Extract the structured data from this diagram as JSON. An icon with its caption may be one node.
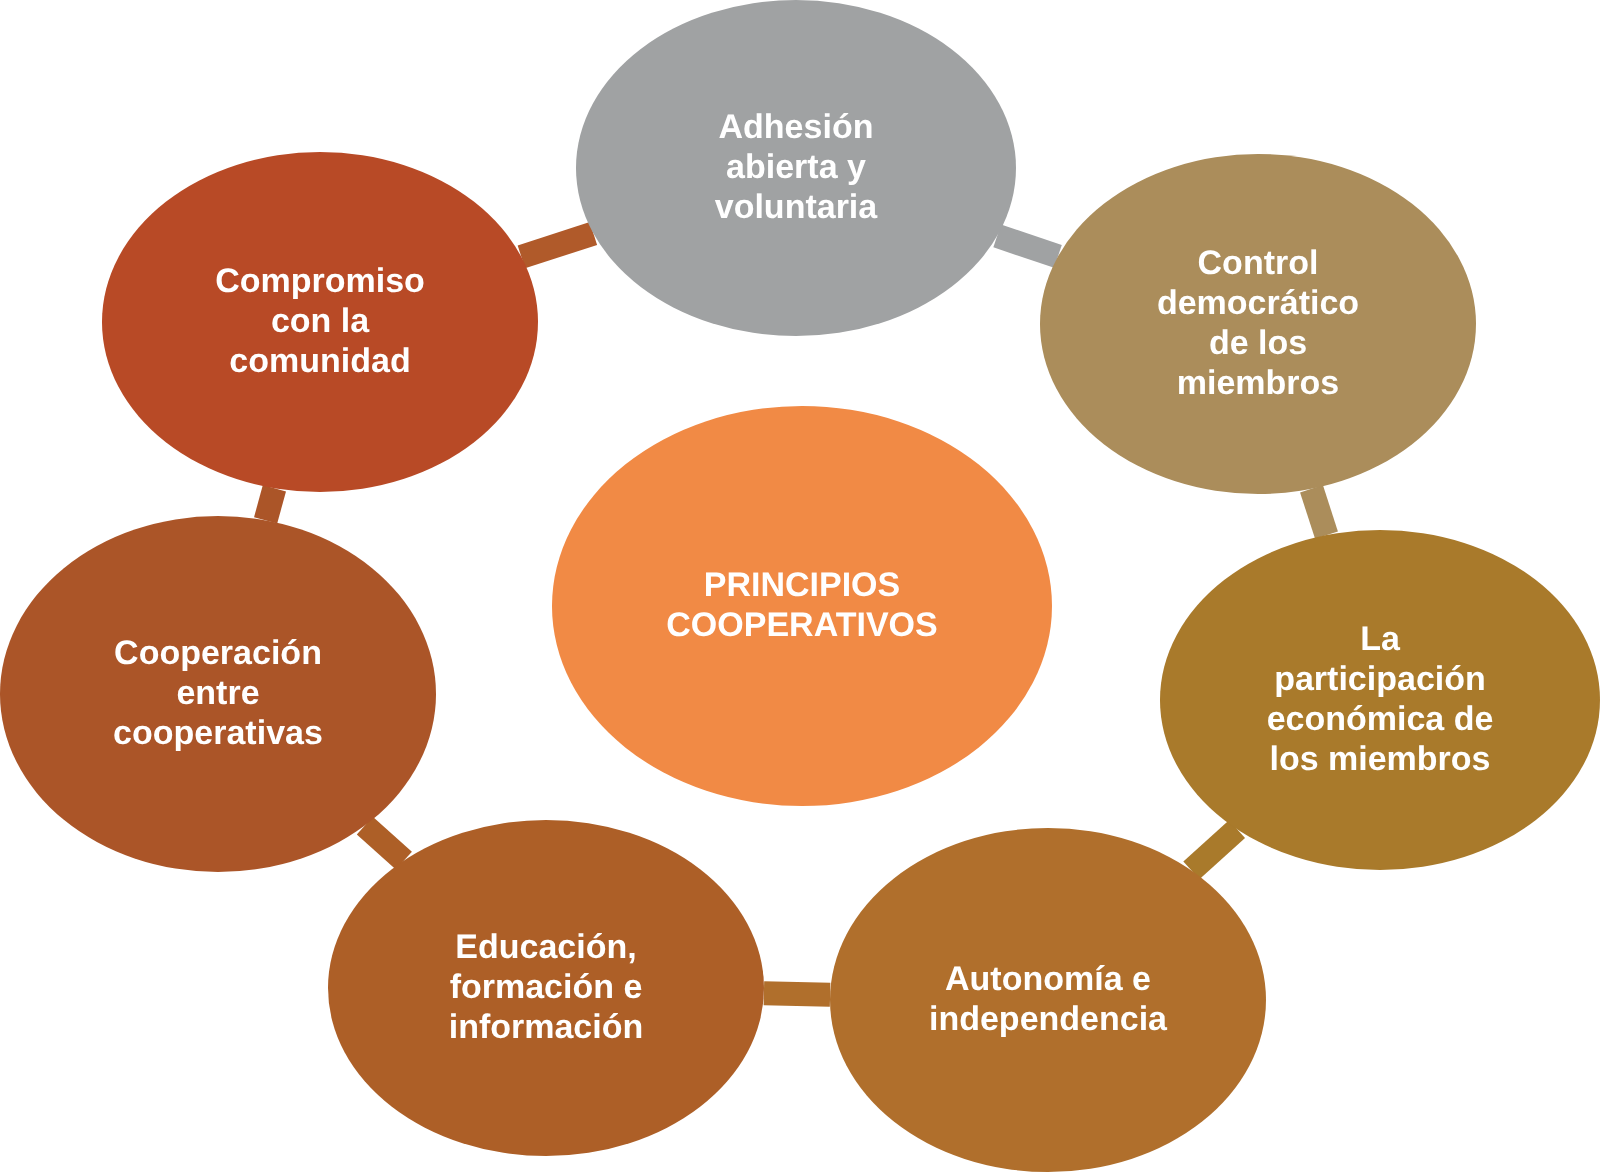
{
  "diagram": {
    "nodes": [
      {
        "text": [
          "PRINCIPIOS COOPERATIVOS"
        ]
      },
      {
        "text": [
          "Adhesión abierta y voluntaria"
        ]
      },
      {
        "text": [
          "Control democrático de los miembros"
        ]
      },
      {
        "text": [
          "La participación económica de los miembros"
        ]
      },
      {
        "text": [
          "Autonomía e independencia"
        ]
      },
      {
        "text": [
          "Educación, formación e información"
        ]
      },
      {
        "text": [
          "Cooperación entre cooperativas"
        ]
      },
      {
        "text": [
          "Compromiso con la comunidad"
        ]
      }
    ],
    "edges": [
      {
        "from": 1,
        "to": 2,
        "arrow": "none",
        "color": "#a0a2a3"
      },
      {
        "from": 2,
        "to": 3,
        "arrow": "none",
        "color": "#ab8d5b"
      },
      {
        "from": 3,
        "to": 4,
        "arrow": "none",
        "color": "#a97a2b"
      },
      {
        "from": 4,
        "to": 5,
        "arrow": "none",
        "color": "#b06f2c"
      },
      {
        "from": 5,
        "to": 6,
        "arrow": "none",
        "color": "#ad5f27"
      },
      {
        "from": 6,
        "to": 7,
        "arrow": "none",
        "color": "#ab5528"
      },
      {
        "from": 7,
        "to": 1,
        "arrow": "none",
        "color": "#b05a2a"
      }
    ]
  }
}
